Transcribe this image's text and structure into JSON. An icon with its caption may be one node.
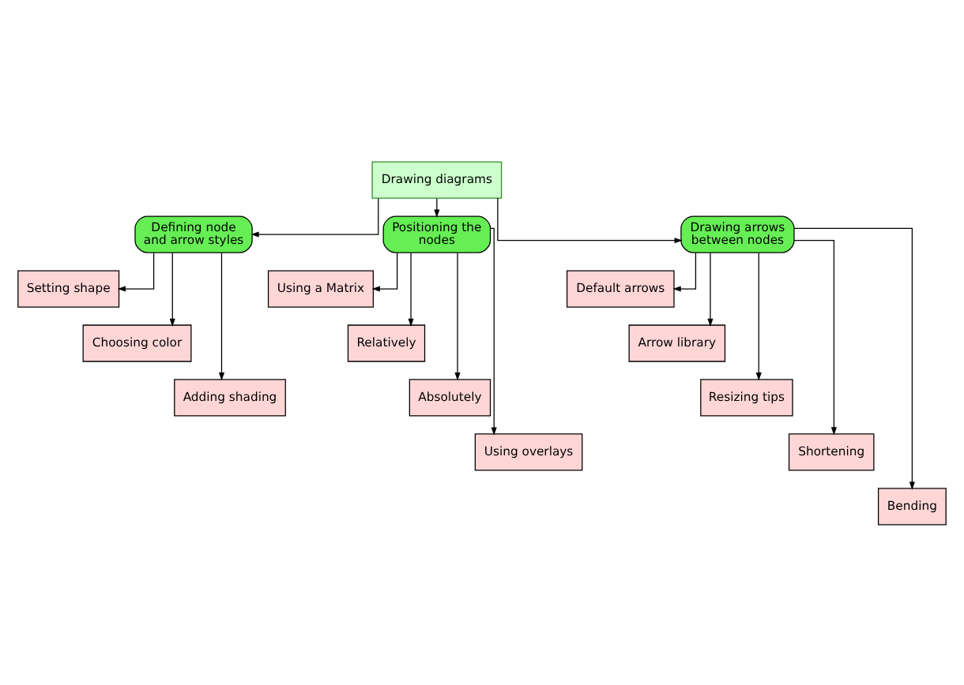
{
  "diagram": {
    "nodes": [
      {
        "text": [
          "Drawing diagrams"
        ]
      },
      {
        "text": [
          "Defining node and arrow styles"
        ]
      },
      {
        "text": [
          "Positioning the nodes"
        ]
      },
      {
        "text": [
          "Drawing arrows between nodes"
        ]
      },
      {
        "text": [
          "Setting shape"
        ]
      },
      {
        "text": [
          "Choosing color"
        ]
      },
      {
        "text": [
          "Adding shading"
        ]
      },
      {
        "text": [
          "Using a Matrix"
        ]
      },
      {
        "text": [
          "Relatively"
        ]
      },
      {
        "text": [
          "Absolutely"
        ]
      },
      {
        "text": [
          "Using overlays"
        ]
      },
      {
        "text": [
          "Default arrows"
        ]
      },
      {
        "text": [
          "Arrow library"
        ]
      },
      {
        "text": [
          "Resizing tips"
        ]
      },
      {
        "text": [
          "Shortening"
        ]
      },
      {
        "text": [
          "Bending"
        ]
      }
    ],
    "edges": [
      {
        "from": 0,
        "to": 1,
        "arrow": "to"
      },
      {
        "from": 0,
        "to": 2,
        "arrow": "to"
      },
      {
        "from": 0,
        "to": 3,
        "arrow": "to"
      },
      {
        "from": 1,
        "to": 4,
        "arrow": "to"
      },
      {
        "from": 1,
        "to": 5,
        "arrow": "to"
      },
      {
        "from": 1,
        "to": 6,
        "arrow": "to"
      },
      {
        "from": 2,
        "to": 7,
        "arrow": "to"
      },
      {
        "from": 2,
        "to": 8,
        "arrow": "to"
      },
      {
        "from": 2,
        "to": 9,
        "arrow": "to"
      },
      {
        "from": 2,
        "to": 10,
        "arrow": "to"
      },
      {
        "from": 3,
        "to": 11,
        "arrow": "to"
      },
      {
        "from": 3,
        "to": 12,
        "arrow": "to"
      },
      {
        "from": 3,
        "to": 13,
        "arrow": "to"
      },
      {
        "from": 3,
        "to": 14,
        "arrow": "to"
      },
      {
        "from": 3,
        "to": 15,
        "arrow": "to"
      }
    ]
  }
}
